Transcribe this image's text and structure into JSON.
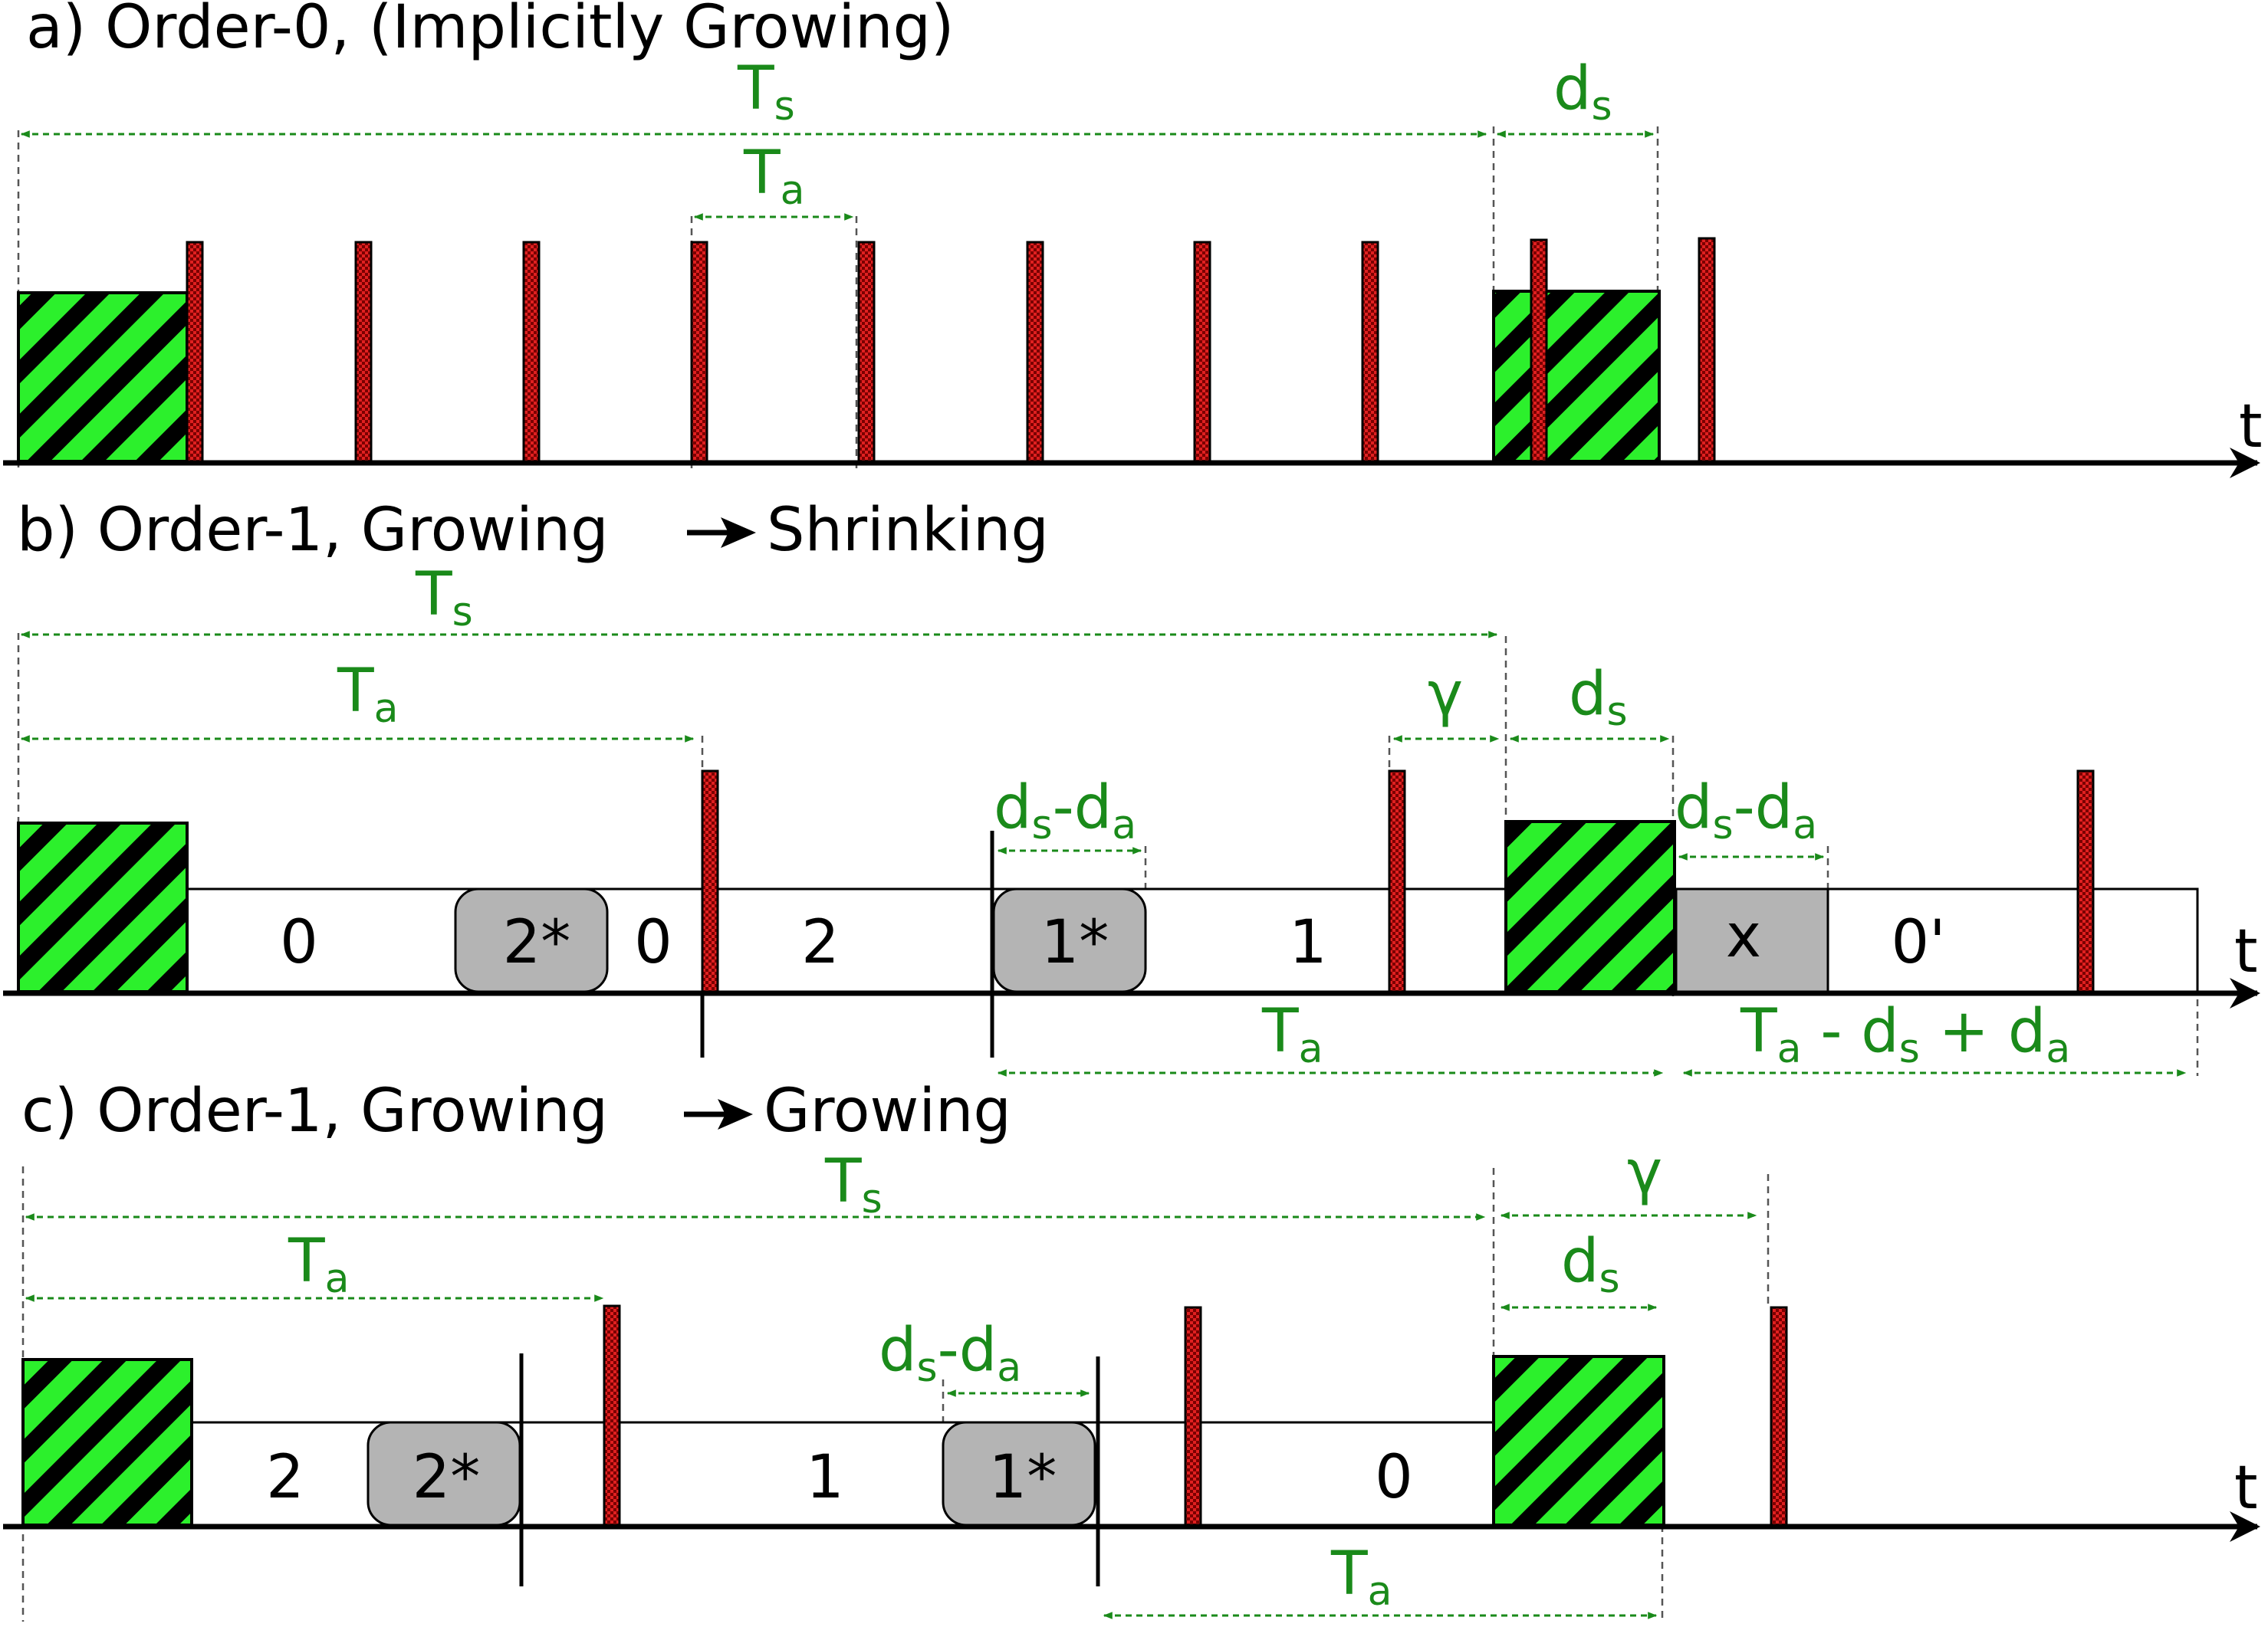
{
  "colors": {
    "dim_green": "#1a8a1a",
    "stripe_green": "#2cf02c",
    "stripe_black": "#000000",
    "pulse_red": "#e02020",
    "gray_box": "#b4b4b4",
    "axis": "#000000"
  },
  "axis_label": "t",
  "panels": {
    "a": {
      "title": "a) Order-0, (Implicitly Growing)",
      "dims": {
        "Ts": "T",
        "Ts_sub": "s",
        "Ta": "T",
        "Ta_sub": "a",
        "ds": "d",
        "ds_sub": "s"
      }
    },
    "b": {
      "title_left": "b) Order-1, Growing",
      "title_right": "Shrinking",
      "segments": [
        "0",
        "2*",
        "0",
        "2",
        "1*",
        "1",
        "x",
        "0'"
      ],
      "dims": {
        "Ts": "T",
        "Ts_sub": "s",
        "Ta": "T",
        "Ta_sub": "a",
        "gamma": "γ",
        "ds": "d",
        "ds_sub": "s",
        "dsda_1": "d",
        "dsda_1_sub1": "s",
        "dsda_1_mid": "-d",
        "dsda_1_sub2": "a",
        "dsda_2": "d",
        "dsda_2_sub1": "s",
        "dsda_2_mid": "-d",
        "dsda_2_sub2": "a",
        "Ta_bottom": "T",
        "Ta_bottom_sub": "a",
        "expr_T": "T",
        "expr_T_sub": "a",
        "expr_mid": " - d",
        "expr_mid_sub": "s",
        "expr_end": " + d",
        "expr_end_sub": "a"
      }
    },
    "c": {
      "title_left": "c) Order-1, Growing",
      "title_right": "Growing",
      "segments": [
        "2",
        "2*",
        "1",
        "1*",
        "0"
      ],
      "dims": {
        "Ts": "T",
        "Ts_sub": "s",
        "gamma": "γ",
        "Ta": "T",
        "Ta_sub": "a",
        "ds": "d",
        "ds_sub": "s",
        "dsda": "d",
        "dsda_sub1": "s",
        "dsda_mid": "-d",
        "dsda_sub2": "a",
        "Ta_bottom": "T",
        "Ta_bottom_sub": "a"
      }
    }
  }
}
